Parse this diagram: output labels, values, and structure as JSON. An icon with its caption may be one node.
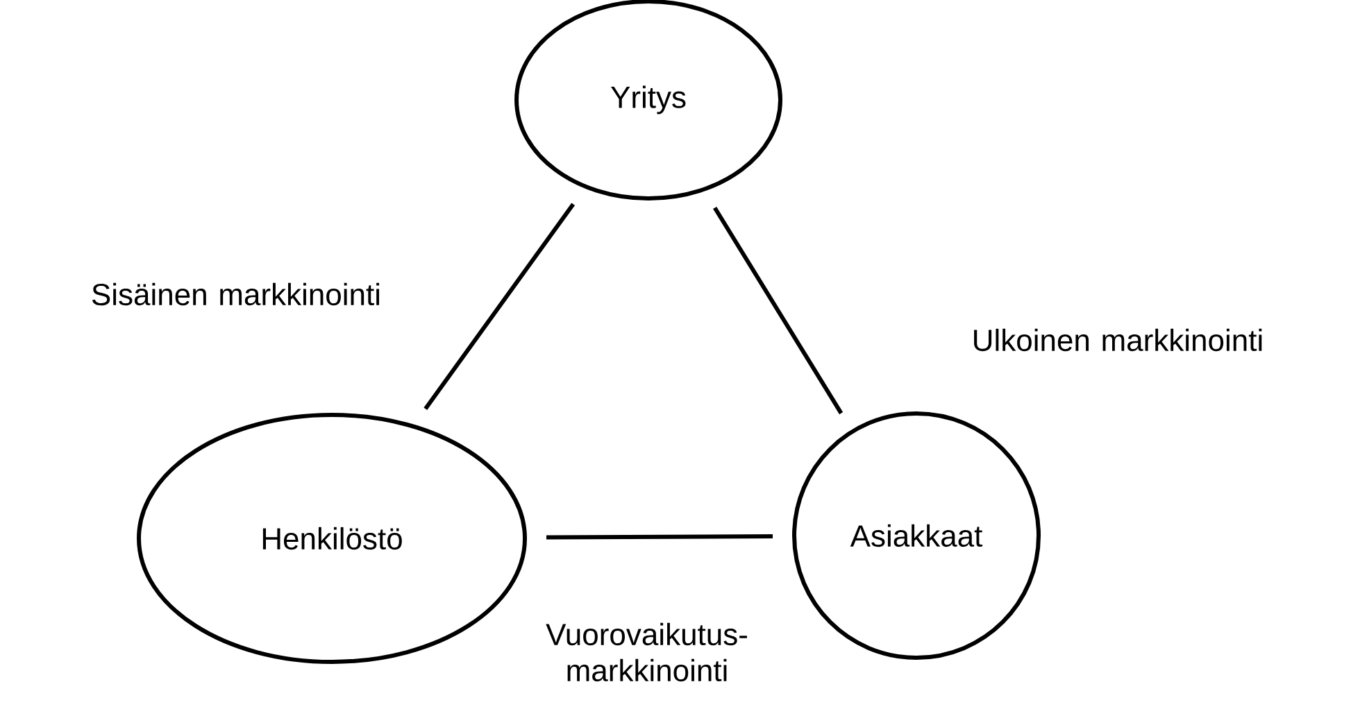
{
  "diagram": {
    "nodes": [
      {
        "text": [
          "Yritys"
        ]
      },
      {
        "text": [
          "Henkilöstö"
        ]
      },
      {
        "text": [
          "Asiakkaat"
        ]
      }
    ],
    "edges": [
      {
        "from": 0,
        "to": 1,
        "arrow": "none",
        "label": "Sisäinen markkinointi"
      },
      {
        "from": 0,
        "to": 2,
        "arrow": "none",
        "label": "Ulkoinen markkinointi"
      },
      {
        "from": 1,
        "to": 2,
        "arrow": "none",
        "label": "Vuorovaikutus- markkinointi"
      }
    ]
  }
}
